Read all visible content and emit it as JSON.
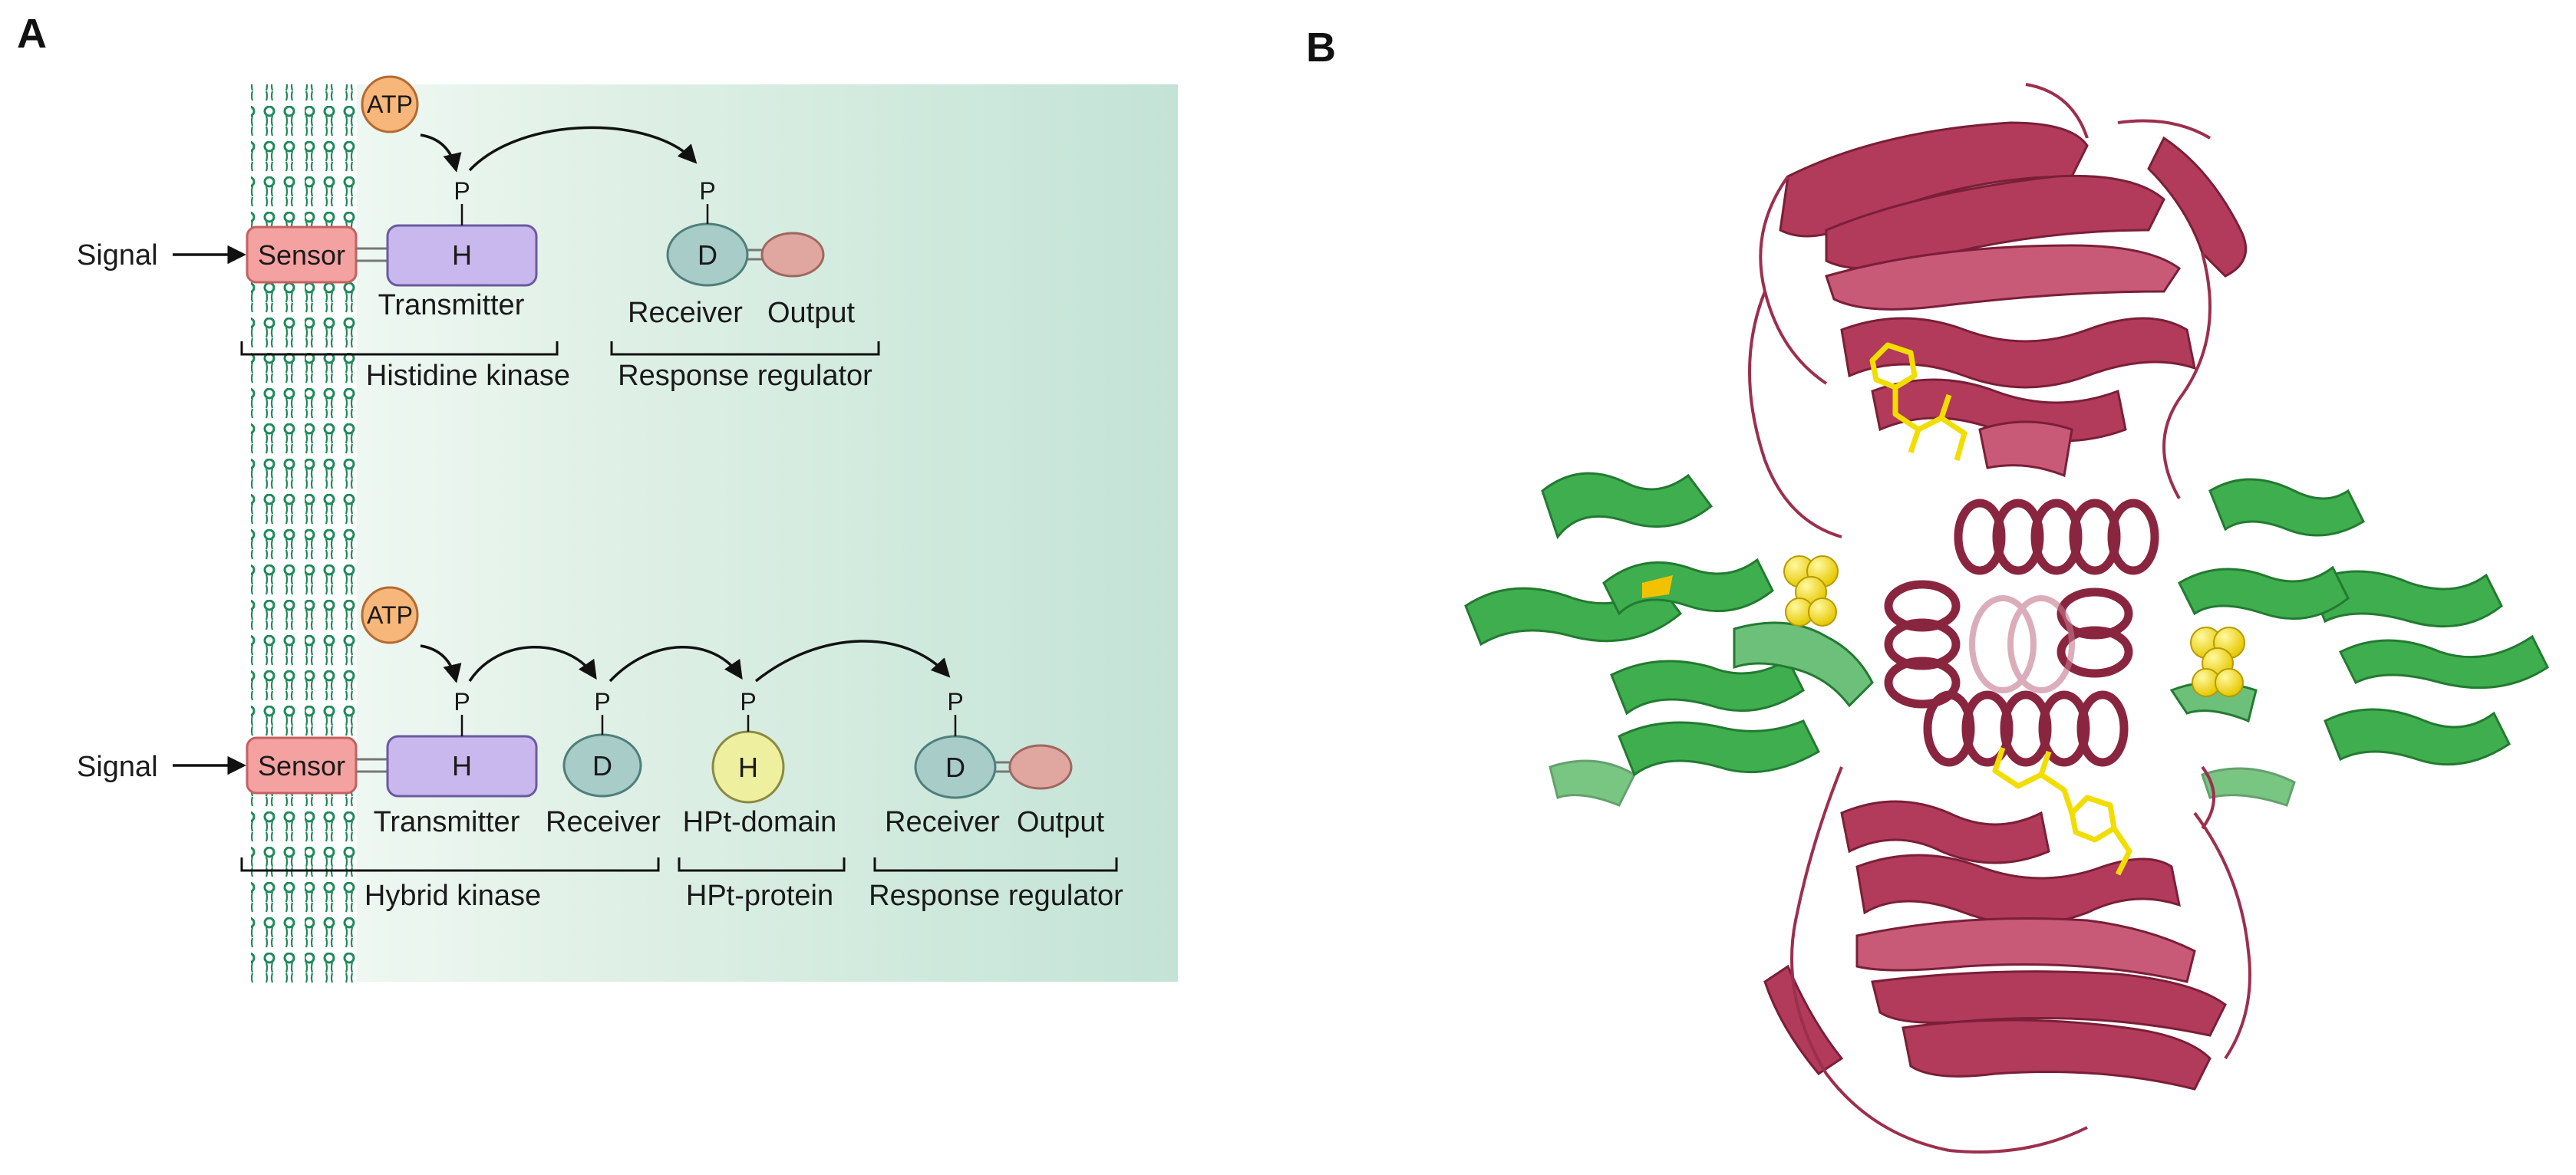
{
  "panels": {
    "a": {
      "letter": "A",
      "phosphate": "P",
      "top": {
        "signal": "Signal",
        "atp": "ATP",
        "sensor": "Sensor",
        "transmitter_domain": "H",
        "transmitter_label": "Transmitter",
        "receiver_domain": "D",
        "receiver_label": "Receiver",
        "output_label": "Output",
        "bracket_left": "Histidine kinase",
        "bracket_right": "Response regulator"
      },
      "bottom": {
        "signal": "Signal",
        "atp": "ATP",
        "sensor": "Sensor",
        "transmitter_domain": "H",
        "transmitter_label": "Transmitter",
        "receiver1_domain": "D",
        "receiver1_label": "Receiver",
        "hpt_domain": "H",
        "hpt_label": "HPt-domain",
        "receiver2_domain": "D",
        "receiver2_label": "Receiver",
        "output_label": "Output",
        "bracket_1": "Hybrid kinase",
        "bracket_2": "HPt-protein",
        "bracket_3": "Response regulator"
      }
    },
    "b": {
      "letter": "B"
    }
  },
  "colors": {
    "membrane": "#1f8a5a",
    "sensor": "#f4a1a1",
    "transmitter": "#c9b8ee",
    "receiver": "#a8ccc8",
    "output": "#e0a6a0",
    "atp": "#f7b67a",
    "hpt": "#eef0a0",
    "protein_red": "#b23a5a",
    "protein_green": "#3fae4e",
    "ligand": "#f2dd00"
  }
}
